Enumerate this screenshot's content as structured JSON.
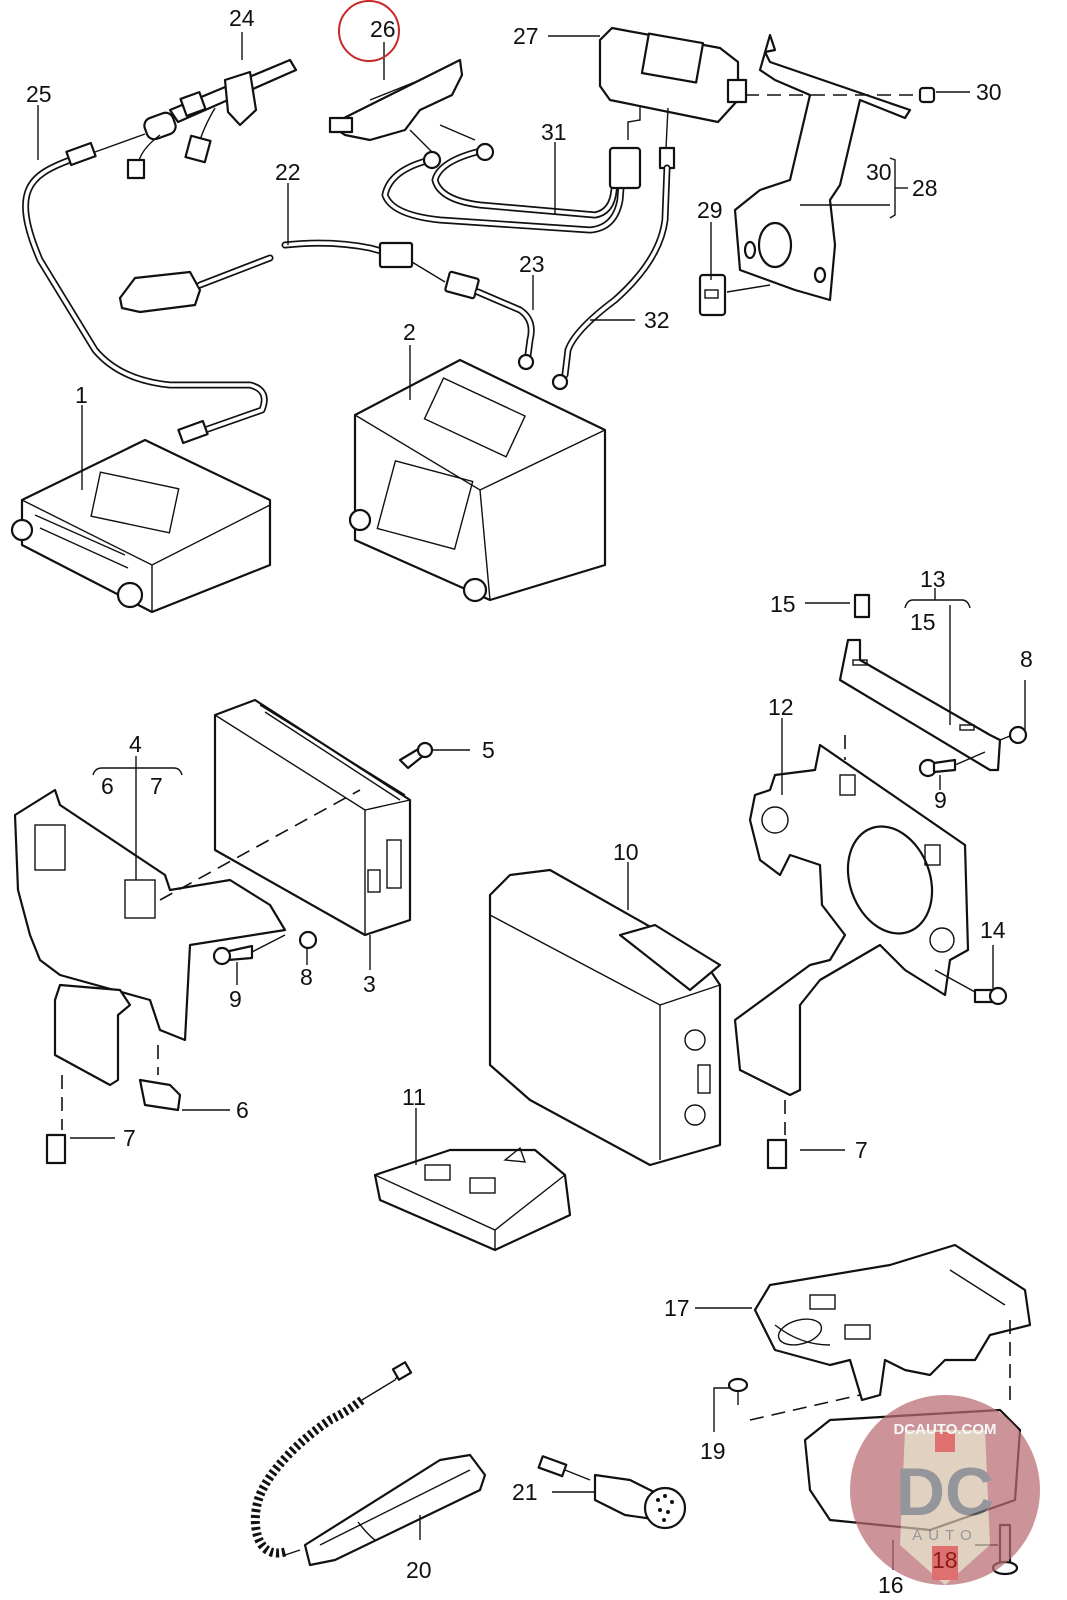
{
  "diagram": {
    "type": "exploded parts diagram",
    "highlighted_part": "26",
    "highlight_color": "#c62828",
    "callouts": {
      "p1": "1",
      "p2": "2",
      "p3": "3",
      "p4": "4",
      "p5": "5",
      "p6_group": "6",
      "p7_group": "7",
      "p6": "6",
      "p7a": "7",
      "p7b": "7",
      "p8a": "8",
      "p8b": "8",
      "p9a": "9",
      "p9b": "9",
      "p10": "10",
      "p11": "11",
      "p12": "12",
      "p13": "13",
      "p14": "14",
      "p15a": "15",
      "p15_group": "15",
      "p16": "16",
      "p17": "17",
      "p18": "18",
      "p19": "19",
      "p20": "20",
      "p21": "21",
      "p22": "22",
      "p23": "23",
      "p24": "24",
      "p25": "25",
      "p26": "26",
      "p27": "27",
      "p28": "28",
      "p29": "29",
      "p30a": "30",
      "p30_group": "30",
      "p31": "31",
      "p32": "32"
    }
  },
  "watermark": {
    "text_top": "DCAUTO.COM",
    "monogram": "DC",
    "text_bottom": "AUTO",
    "badge_color": "#b96b72",
    "accent_color": "#d23a3a"
  }
}
